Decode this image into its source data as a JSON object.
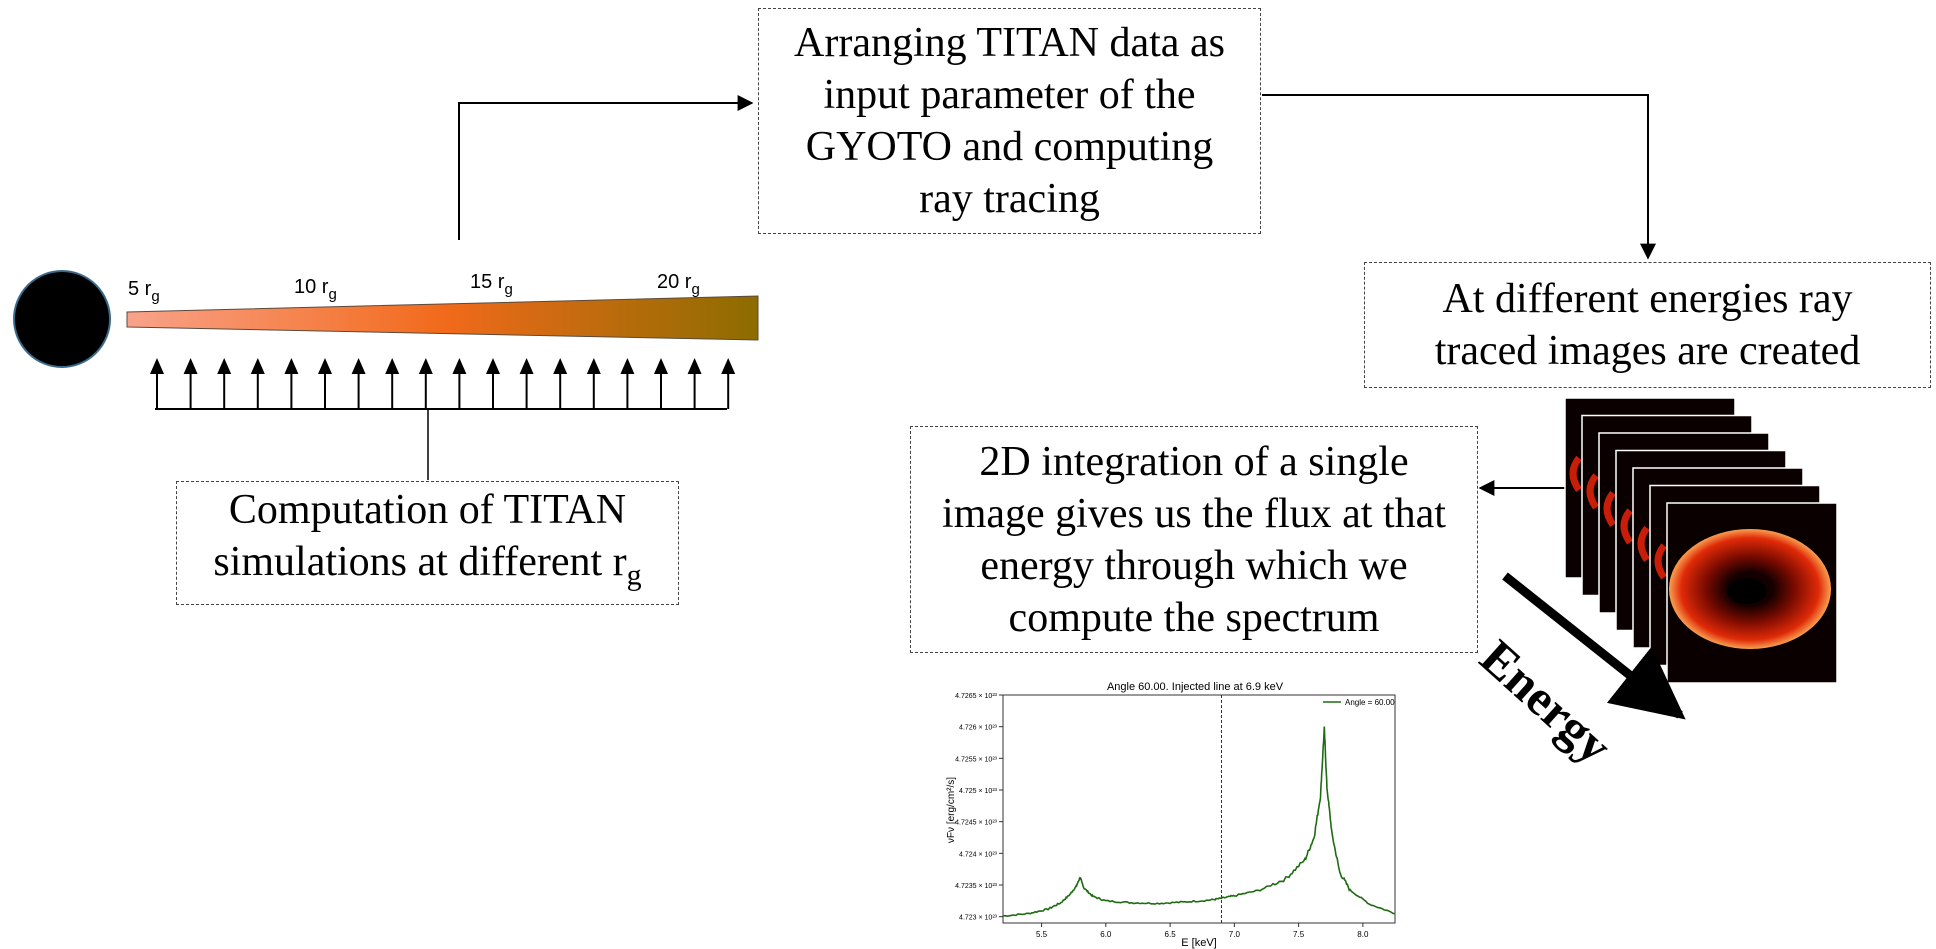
{
  "boxes": {
    "gyoto": "Arranging TITAN data as input parameter of the GYOTO and computing ray tracing",
    "ray_traced": "At different energies ray traced images are created",
    "integration": "2D integration of a single image gives us the flux at that energy through which we compute the spectrum",
    "titan_main": "Computation of TITAN simulations at different r",
    "titan_sub": "g"
  },
  "radius_labels": [
    {
      "value": "5 r",
      "sub": "g"
    },
    {
      "value": "10 r",
      "sub": "g"
    },
    {
      "value": "15 r",
      "sub": "g"
    },
    {
      "value": "20 r",
      "sub": "g"
    }
  ],
  "energy_label": "Energy",
  "colors": {
    "disk_inner": "#f9a28a",
    "disk_middle": "#f26a1b",
    "disk_outer": "#8c6c00",
    "black_hole": "#000000",
    "spectrum_line": "#1e6b12"
  },
  "chart_data": {
    "type": "line",
    "title": "Angle 60.00. Injected line at 6.9 keV",
    "xlabel": "E [keV]",
    "ylabel": "νFν [erg/cm²/s]",
    "legend": [
      "Angle = 60.00"
    ],
    "legend_position": "top-right",
    "x_ticks": [
      "5.5",
      "6.0",
      "6.5",
      "7.0",
      "7.5",
      "8.0"
    ],
    "y_ticks": [
      "4.723 × 10²³",
      "4.7235 × 10²³",
      "4.724 × 10²³",
      "4.7245 × 10²³",
      "4.725 × 10²³",
      "4.7255 × 10²³",
      "4.726 × 10²³",
      "4.7265 × 10²³"
    ],
    "xlim": [
      5.2,
      8.25
    ],
    "ylim": [
      4.7229,
      4.7265
    ],
    "injected_line_x": 6.9,
    "series": [
      {
        "name": "Angle = 60.00",
        "x": [
          5.2,
          5.4,
          5.55,
          5.65,
          5.72,
          5.77,
          5.8,
          5.83,
          5.9,
          6.0,
          6.2,
          6.4,
          6.6,
          6.8,
          6.9,
          7.0,
          7.2,
          7.4,
          7.55,
          7.62,
          7.67,
          7.7,
          7.72,
          7.76,
          7.82,
          7.9,
          8.05,
          8.25
        ],
        "y": [
          4.72301,
          4.72305,
          4.72312,
          4.72322,
          4.72335,
          4.72348,
          4.72362,
          4.72345,
          4.72332,
          4.72325,
          4.72322,
          4.72321,
          4.72323,
          4.72326,
          4.72329,
          4.72333,
          4.72342,
          4.7236,
          4.7239,
          4.72425,
          4.7249,
          4.72598,
          4.72505,
          4.7243,
          4.7237,
          4.72342,
          4.7232,
          4.72305
        ]
      }
    ]
  }
}
